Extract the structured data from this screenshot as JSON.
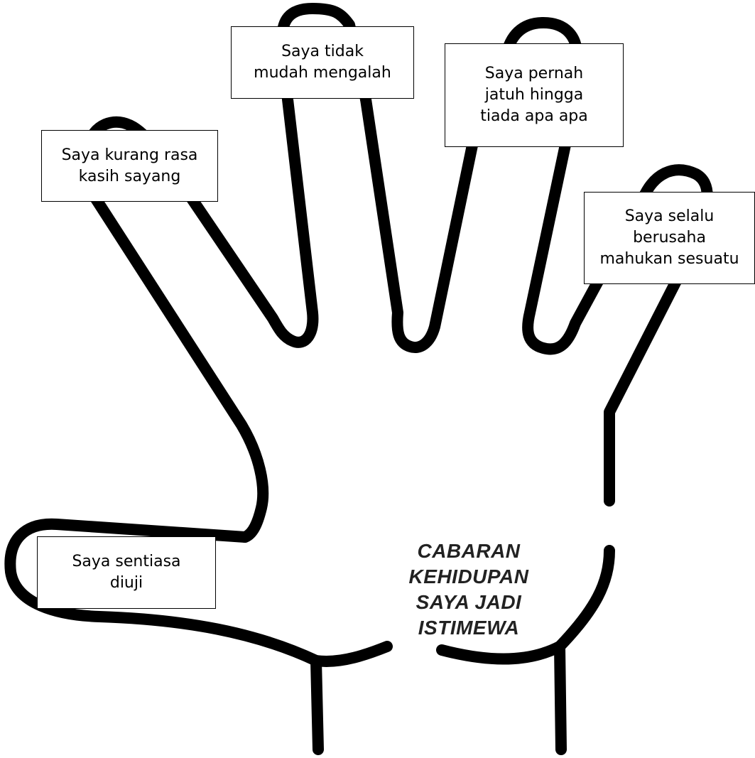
{
  "colors": {
    "outline": "#000000",
    "background": "#ffffff",
    "title_text": "#222222"
  },
  "labels": {
    "thumb": "Saya sentiasa\ndiuji",
    "index": "Saya kurang rasa\nkasih sayang",
    "middle": "Saya tidak\nmudah mengalah",
    "ring": "Saya pernah\njatuh hingga\ntiada apa apa",
    "pinky": "Saya selalu\nberusaha\nmahukan sesuatu"
  },
  "title": "CABARAN\nKEHIDUPAN\nSAYA JADI\nISTIMEWA"
}
